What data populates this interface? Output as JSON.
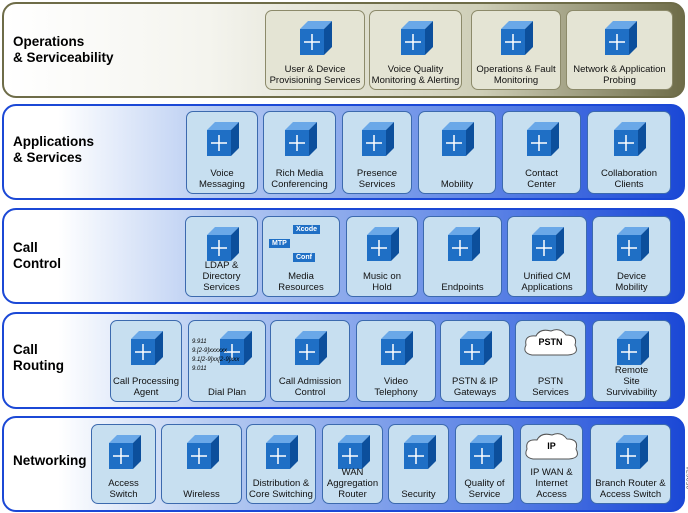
{
  "sections": [
    {
      "id": "operations",
      "title": "Operations\n& Serviceability",
      "theme": "ops",
      "tiles": [
        {
          "label": "User & Device\nProvisioning Services",
          "icon": "ip-phone-screens-icon"
        },
        {
          "label": "Voice Quality\nMonitoring &  Alerting",
          "icon": "monitoring-magnifier-icon"
        },
        {
          "label": "Operations & Fault\nMonitoring",
          "icon": "alarm-monitor-icon"
        },
        {
          "label": "Network & Application\nProbing",
          "icon": "probe-icon"
        }
      ]
    },
    {
      "id": "applications",
      "title": "Applications\n& Services",
      "theme": "blue",
      "tiles": [
        {
          "label": "Voice\nMessaging",
          "icon": "voicemail-server-icon"
        },
        {
          "label": "Rich Media\nConferencing",
          "icon": "conferencing-icon"
        },
        {
          "label": "Presence\nServices",
          "icon": "presence-server-icon"
        },
        {
          "label": "Mobility",
          "icon": "mobility-icon"
        },
        {
          "label": "Contact\nCenter",
          "icon": "contact-center-icon"
        },
        {
          "label": "Collaboration\nClients",
          "icon": "laptop-clients-icon"
        }
      ]
    },
    {
      "id": "call-control",
      "title": "Call\nControl",
      "theme": "blue",
      "tiles": [
        {
          "label": "LDAP &\nDirectory\nServices",
          "icon": "directory-icon"
        },
        {
          "label": "Media\nResources",
          "icon": "media-resources-icon",
          "tags": [
            "Xcode",
            "MTP",
            "Conf"
          ]
        },
        {
          "label": "Music on\nHold",
          "icon": "music-on-hold-icon"
        },
        {
          "label": "Endpoints",
          "icon": "endpoints-icon"
        },
        {
          "label": "Unified CM\nApplications",
          "icon": "unified-cm-icon"
        },
        {
          "label": "Device\nMobility",
          "icon": "device-mobility-icon"
        }
      ]
    },
    {
      "id": "call-routing",
      "title": "Call\nRouting",
      "theme": "blue",
      "tiles": [
        {
          "label": "Call Processing\nAgent",
          "icon": "call-agent-mesh-icon"
        },
        {
          "label": "Dial Plan",
          "icon": "dial-plan-icon",
          "patterns": [
            "9.911",
            "9.[2-9]xxxxxx",
            "9.1[2-9]xx[2-9]xxx",
            "9.011"
          ]
        },
        {
          "label": "Call  Admission\nControl",
          "icon": "traffic-light-icon"
        },
        {
          "label": "Video\nTelephony",
          "icon": "video-phone-icon"
        },
        {
          "label": "PSTN & IP\nGateways",
          "icon": "gateway-icon"
        },
        {
          "label": "PSTN\nServices",
          "icon": "pstn-cloud-icon",
          "cloud": "PSTN"
        },
        {
          "label": "Remote\nSite\nSurvivability",
          "icon": "srst-router-icon"
        }
      ]
    },
    {
      "id": "networking",
      "title": "Networking",
      "theme": "blue",
      "tiles": [
        {
          "label": "Access\nSwitch",
          "icon": "switch-icon"
        },
        {
          "label": "Wireless",
          "icon": "wireless-icon"
        },
        {
          "label": "Distribution &\nCore Switching",
          "icon": "multilayer-switch-icon"
        },
        {
          "label": "WAN\nAggregation\nRouter",
          "icon": "router-icon"
        },
        {
          "label": "Security",
          "icon": "firewall-icon"
        },
        {
          "label": "Quality of\nService",
          "icon": "qos-icon"
        },
        {
          "label": "IP WAN &\nInternet\nAccess",
          "icon": "ip-cloud-icon",
          "cloud": "IP"
        },
        {
          "label": "Branch Router &\nAccess Switch",
          "icon": "branch-router-icon"
        }
      ]
    }
  ],
  "figure_code": "253671",
  "colors": {
    "ops": "#6e6c48",
    "blue": "#1b48d6",
    "tile_blue": "#c7dff0",
    "tile_ops": "#e4e4d4",
    "icon": "#1f6fc5"
  }
}
